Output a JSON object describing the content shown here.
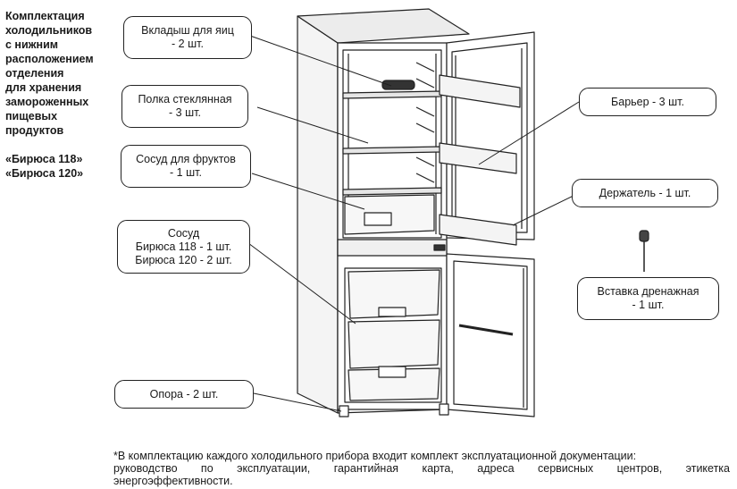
{
  "heading": {
    "lines": [
      "Комплектация",
      "холодильников",
      "с нижним",
      "расположением",
      "отделения",
      "для хранения",
      "замороженных",
      "пищевых",
      "продуктов"
    ],
    "models": [
      "«Бирюса 118»",
      "«Бирюса 120»"
    ]
  },
  "callouts": {
    "egg_tray": [
      "Вкладыш для яиц",
      "- 2 шт."
    ],
    "glass_shelf": [
      "Полка стеклянная",
      "- 3 шт."
    ],
    "fruit_container": [
      "Сосуд для фруктов",
      "- 1 шт."
    ],
    "container": [
      "Сосуд",
      "Бирюса 118 - 1 шт.",
      "Бирюса 120 - 2 шт."
    ],
    "support": [
      "Опора - 2 шт."
    ],
    "barrier": [
      "Барьер - 3 шт."
    ],
    "holder": [
      "Держатель - 1 шт."
    ],
    "drain_insert": [
      "Вставка дренажная",
      "- 1 шт."
    ]
  },
  "footnote": {
    "lines": [
      "*В комплектацию каждого холодильного прибора входит комплект эксплуатационной документации:",
      "руководство по эксплуатации, гарантийная карта, адреса сервисных центров, этикетка",
      "энергоэффективности."
    ]
  }
}
